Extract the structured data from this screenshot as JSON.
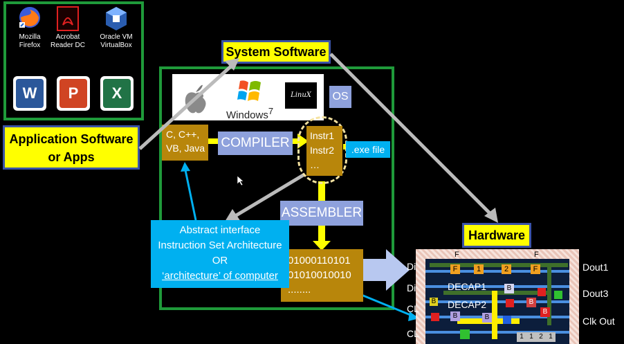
{
  "apps": [
    {
      "name": "Mozilla\nFirefox",
      "icon": "firefox-icon"
    },
    {
      "name": "Acrobat\nReader DC",
      "icon": "acrobat-icon"
    },
    {
      "name": "Oracle VM\nVirtualBox",
      "icon": "virtualbox-icon"
    }
  ],
  "office": [
    "W",
    "P",
    "X"
  ],
  "app_software_label": "Application Software\nor Apps",
  "system_software_label": "System Software",
  "hardware_label": "Hardware",
  "os": {
    "windows": "Windows",
    "windows_ver": "7",
    "linux": "LinuX",
    "os_label": "OS"
  },
  "languages": "C, C++,\nVB, Java",
  "compiler": "COMPILER",
  "instructions": "Instr1\nInstr2\n…",
  "exe": ".exe file",
  "assembler": "ASSEMBLER",
  "binary": "01000110101\n01010010010\n........",
  "abstract": {
    "line1": "Abstract interface",
    "line2": "Instruction Set Architecture",
    "line3": "OR",
    "line4": "‘architecture’ of computer"
  },
  "chip": {
    "left": [
      "Di",
      "Di",
      "CL",
      "CL"
    ],
    "right": [
      "Dout1",
      "Dout3",
      "Clk Out"
    ],
    "decap1": "DECAP1",
    "decap2": "DECAP2",
    "top_f": [
      "F",
      "F"
    ],
    "cells": [
      "F",
      "1",
      "2",
      "F",
      "B",
      "B",
      "B",
      "B",
      "B",
      "B",
      "1",
      "1",
      "2",
      "1"
    ]
  },
  "colors": {
    "green": "#1f9a3a",
    "yellow": "#ffff00",
    "brown": "#b8860b",
    "periwinkle": "#8ea1dc",
    "cyan": "#00b0f0",
    "border_blue": "#3b54a8"
  }
}
